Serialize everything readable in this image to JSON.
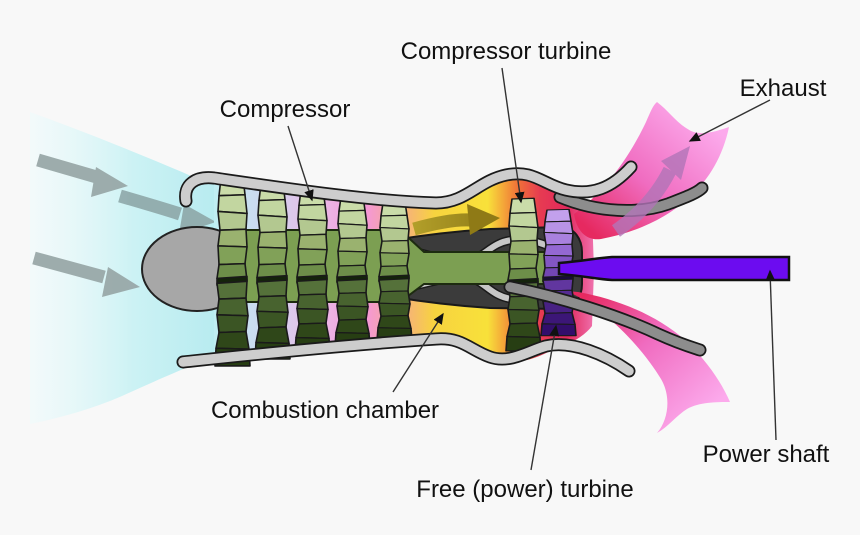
{
  "diagram": {
    "type": "engine-schematic",
    "subject": "Turboshaft gas turbine engine cutaway",
    "labels": {
      "compressor": "Compressor",
      "compressor_turbine": "Compressor turbine",
      "exhaust": "Exhaust",
      "combustion_chamber": "Combustion chamber",
      "free_power_turbine": "Free (power) turbine",
      "power_shaft": "Power shaft"
    },
    "flow_indicators": {
      "intake_air": "intake airflow arrows",
      "combustion_flow": "hot gas flow arrow",
      "exhaust_flow": "exhaust flow arrow"
    },
    "colors": {
      "background": "#f8f8f8",
      "intake_air_cyan": "#b7ebf0",
      "casing_gray": "#cdcdcd",
      "inner_duct_gray": "#8d8d8d",
      "outline": "#1a1a1a",
      "nose_cone_gray": "#a7a7a7",
      "shaft_olive": "#7c9f52",
      "compressor_blade_light": "#cadca9",
      "compressor_blade_dark": "#273e13",
      "turbine_purple_light": "#c2a0ec",
      "turbine_purple_dark": "#320e6b",
      "power_shaft_purple": "#6c0cf0",
      "combustion_liner_dark": "#3b3b3b",
      "combustion_yellow": "#f8e13a",
      "combustion_red": "#e2285c",
      "exhaust_pink": "#fcaaec",
      "intake_arrow_gray": "#97a6a6",
      "combustion_arrow_olive": "#a5901f",
      "exhaust_arrow_mauve": "#b275b8",
      "label_text": "#111111"
    }
  }
}
